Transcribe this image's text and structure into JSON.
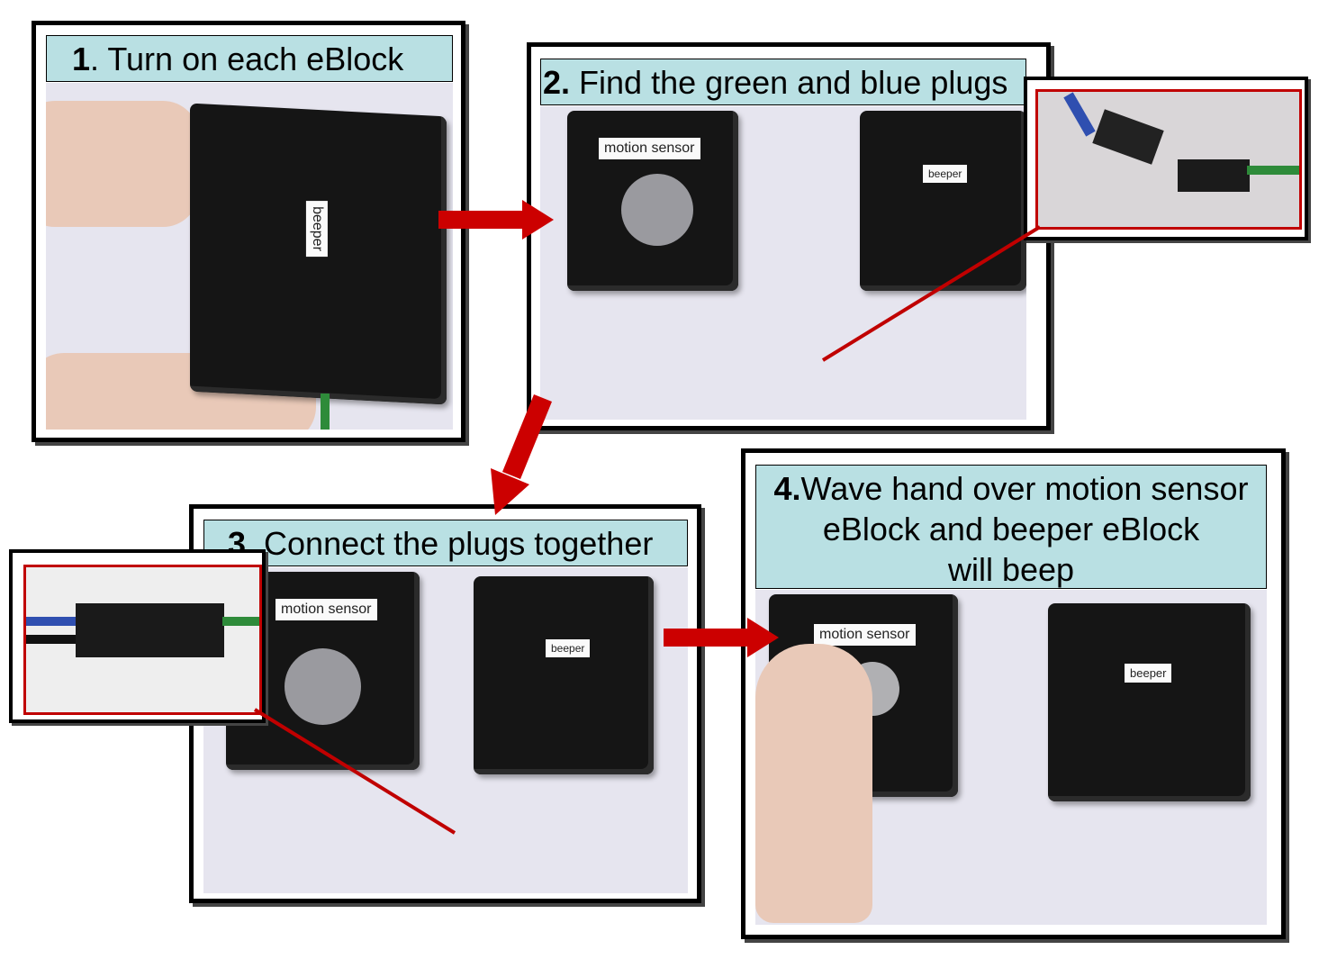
{
  "steps": [
    {
      "number": "1",
      "text": ". Turn on each eBlock"
    },
    {
      "number": "2.",
      "text": " Find the green and blue plugs"
    },
    {
      "number": "3.",
      "text": " Connect the plugs together"
    },
    {
      "number": "4.",
      "text": "Wave hand over motion sensor",
      "line2": "eBlock and beeper eBlock",
      "line3": "will beep"
    }
  ],
  "labels": {
    "beeper": "beeper",
    "motion": "motion sensor"
  },
  "colors": {
    "arrow": "#cc0000",
    "zoom_border": "#c00000",
    "caption_bg": "#b9e0e3",
    "wire_green": "#2e8b3a",
    "wire_blue": "#2f4fb0"
  }
}
